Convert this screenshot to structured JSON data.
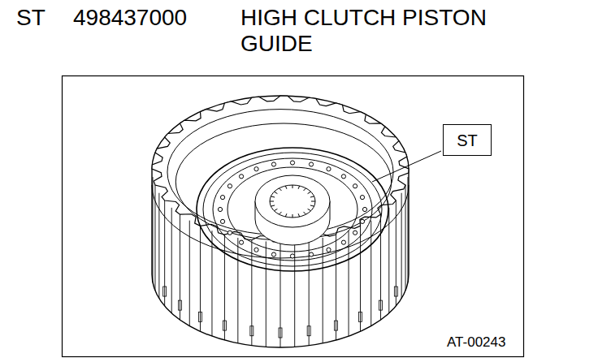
{
  "diagram": {
    "nodes": [
      {
        "text": [
          "ST"
        ]
      }
    ],
    "labels": [
      "ST",
      "498437000",
      "HIGH CLUTCH PISTON GUIDE",
      "AT-00243"
    ]
  }
}
